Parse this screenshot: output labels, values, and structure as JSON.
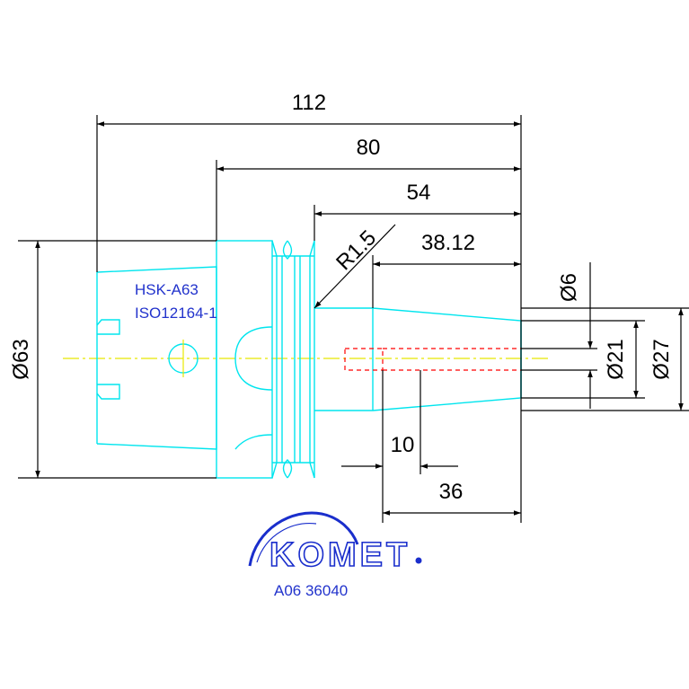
{
  "colors": {
    "outline": "#00e5ee",
    "dimension": "#000000",
    "centerline": "#e8e800",
    "hidden": "#ff0000",
    "label": "#2233cc",
    "logo": "#1a2ecc"
  },
  "dimensions": {
    "length_112": "112",
    "length_80": "80",
    "length_54": "54",
    "length_38": "38.12",
    "radius": "R1.5",
    "dia_6": "Ø6",
    "dia_21": "Ø21",
    "dia_27": "Ø27",
    "dia_63": "Ø63",
    "length_10": "10",
    "length_36": "36"
  },
  "labels": {
    "standard_1": "HSK-A63",
    "standard_2": "ISO12164-1",
    "brand": "KOMET",
    "part_number": "A06 36040"
  }
}
